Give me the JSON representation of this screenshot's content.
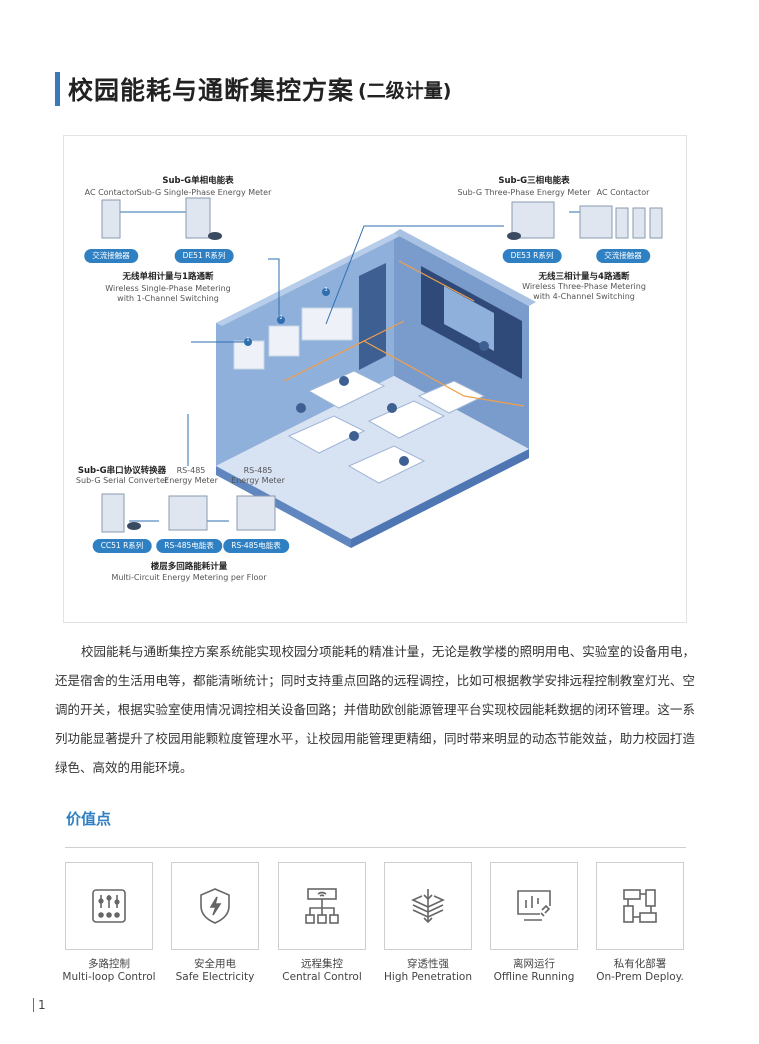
{
  "title": {
    "main": "校园能耗与通断集控方案",
    "sub": "(二级计量)"
  },
  "diagram": {
    "single_phase": {
      "title": "Sub-G单相电能表",
      "subtitle": "Sub-G Single-Phase Energy Meter",
      "contactor": "AC Contactor",
      "pill_contactor": "交流接触器",
      "pill_meter": "DE51 R系列",
      "caption_cn": "无线单相计量与1路通断",
      "caption_en1": "Wireless Single-Phase Metering",
      "caption_en2": "with 1-Channel Switching"
    },
    "three_phase": {
      "title": "Sub-G三相电能表",
      "subtitle": "Sub-G Three-Phase Energy Meter",
      "contactor": "AC Contactor",
      "pill_meter": "DE53 R系列",
      "pill_contactor": "交流接触器",
      "caption_cn": "无线三相计量与4路通断",
      "caption_en1": "Wireless Three-Phase Metering",
      "caption_en2": "with 4-Channel Switching"
    },
    "floor": {
      "converter_cn": "Sub-G串口协议转换器",
      "converter_en": "Sub-G Serial Converter",
      "meter1_a": "RS-485",
      "meter1_b": "Energy Meter",
      "meter2_a": "RS-485",
      "meter2_b": "Energy Meter",
      "pill_converter": "CC51 R系列",
      "pill_meter1": "RS-485电能表",
      "pill_meter2": "RS-485电能表",
      "caption_cn": "楼层多回路能耗计量",
      "caption_en": "Multi-Circuit Energy Metering per Floor"
    },
    "markers": [
      "1",
      "2",
      "3"
    ]
  },
  "paragraph": "校园能耗与通断集控方案系统能实现校园分项能耗的精准计量，无论是教学楼的照明用电、实验室的设备用电，还是宿舍的生活用电等，都能清晰统计；同时支持重点回路的远程调控，比如可根据教学安排远程控制教室灯光、空调的开关，根据实验室使用情况调控相关设备回路；并借助欧创能源管理平台实现校园能耗数据的闭环管理。这一系列功能显著提升了校园用能颗粒度管理水平，让校园用能管理更精细，同时带来明显的动态节能效益，助力校园打造绿色、高效的用能环境。",
  "value_points": {
    "heading": "价值点",
    "items": [
      {
        "cn": "多路控制",
        "en": "Multi-loop Control",
        "icon": "sliders-icon"
      },
      {
        "cn": "安全用电",
        "en": "Safe Electricity",
        "icon": "shield-bolt-icon"
      },
      {
        "cn": "远程集控",
        "en": "Central Control",
        "icon": "network-icon"
      },
      {
        "cn": "穿透性强",
        "en": "High Penetration",
        "icon": "layers-arrow-icon"
      },
      {
        "cn": "离网运行",
        "en": "Offline Running",
        "icon": "monitor-unlink-icon"
      },
      {
        "cn": "私有化部署",
        "en": "On-Prem Deploy.",
        "icon": "flowchart-icon"
      }
    ]
  },
  "page_number": "1"
}
